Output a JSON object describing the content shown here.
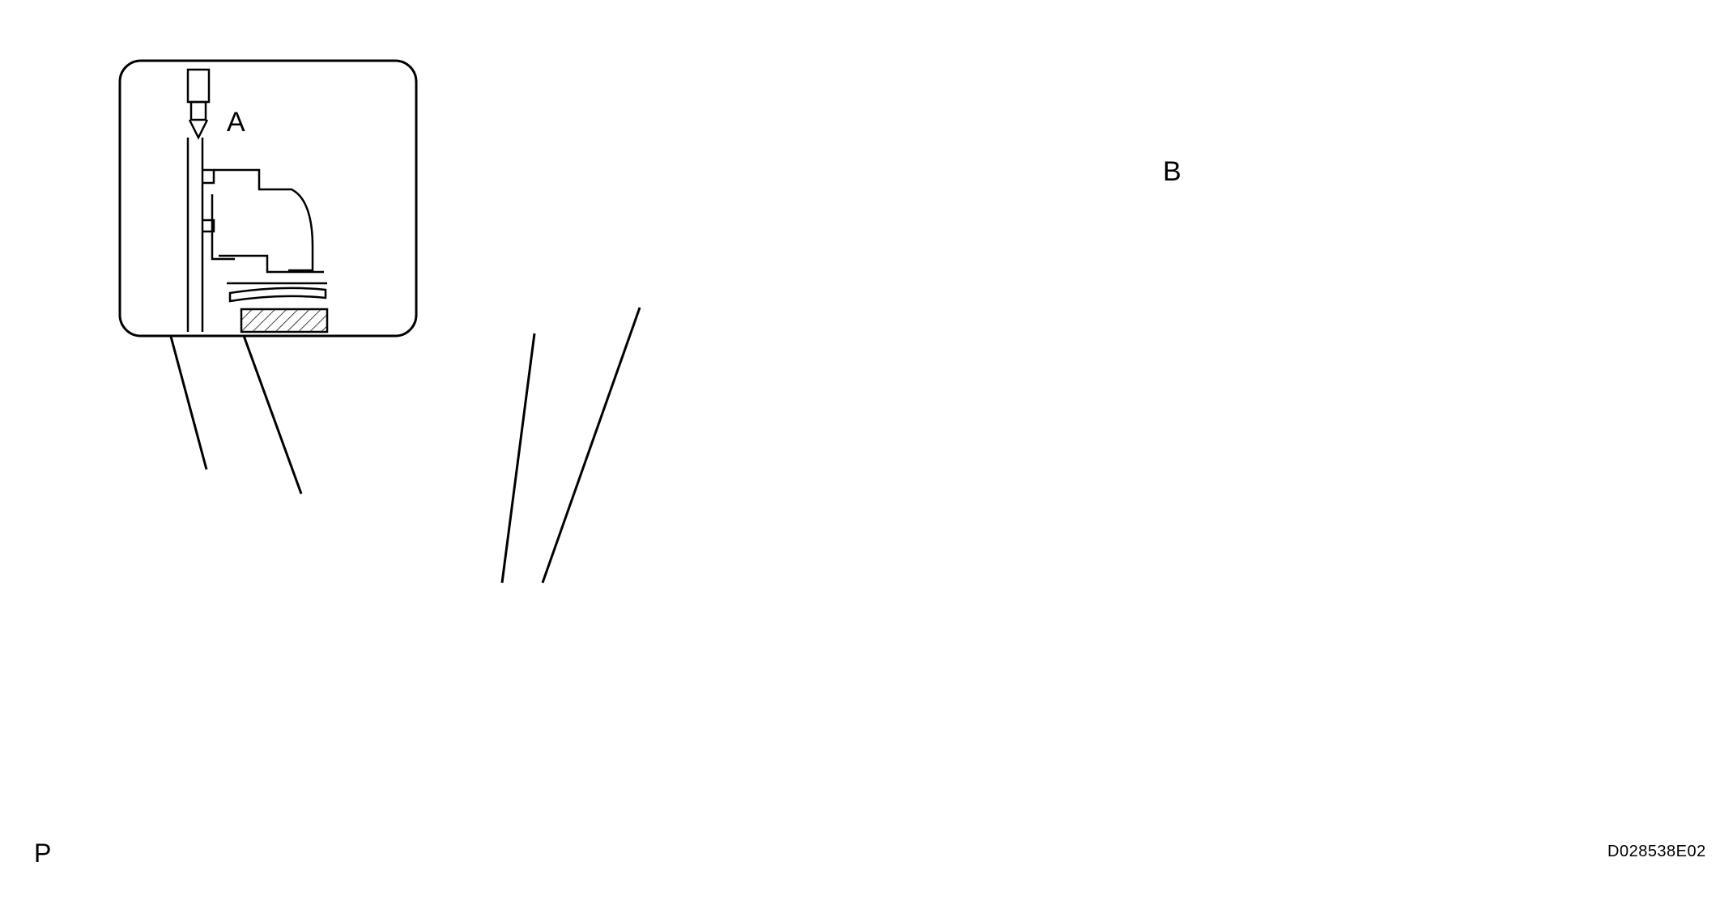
{
  "figure": {
    "corner_letter": "P",
    "code": "D028538E02",
    "callout_labels": {
      "left": "A",
      "right": "B"
    },
    "arrow_icon": "black-arrow-icon",
    "ink_color": "#000000",
    "paper_color": "#ffffff"
  }
}
